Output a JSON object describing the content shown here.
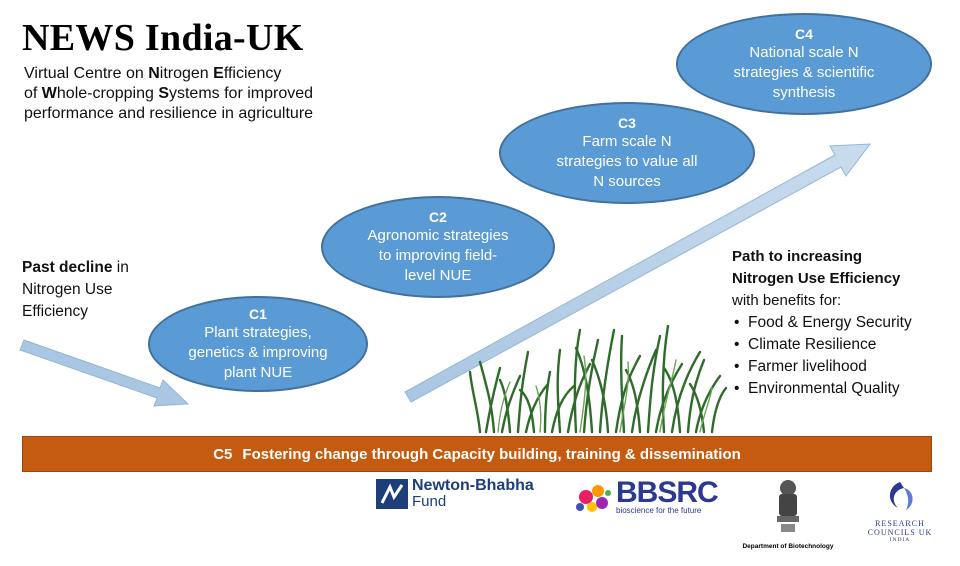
{
  "title": "NEWS India-UK",
  "subtitle": {
    "line1_pre": "Virtual Centre on ",
    "line1_n": "N",
    "line1_mid": "itrogen ",
    "line1_e": "E",
    "line1_post": "fficiency",
    "line2_pre": "of ",
    "line2_w": "W",
    "line2_mid": "hole-cropping ",
    "line2_s": "S",
    "line2_post": "ystems for improved",
    "line3": "performance and resilience in agriculture"
  },
  "past": {
    "bold": "Past decline",
    "rest1": " in",
    "rest2": "Nitrogen Use",
    "rest3": "Efficiency"
  },
  "components": [
    {
      "code": "C1",
      "lines": [
        "Plant strategies,",
        "genetics & improving",
        "plant NUE"
      ]
    },
    {
      "code": "C2",
      "lines": [
        "Agronomic strategies",
        "to improving field-",
        "level NUE"
      ]
    },
    {
      "code": "C3",
      "lines": [
        "Farm scale N",
        "strategies to value all",
        "N sources"
      ]
    },
    {
      "code": "C4",
      "lines": [
        "National scale N",
        "strategies & scientific",
        "synthesis"
      ]
    }
  ],
  "path": {
    "bold1": "Path to increasing",
    "bold2": "Nitrogen Use Efficiency",
    "rest": "with benefits for:"
  },
  "benefits": [
    "Food & Energy Security",
    "Climate Resilience",
    "Farmer livelihood",
    "Environmental Quality"
  ],
  "bar": {
    "code": "C5",
    "text": "Fostering change through Capacity building, training & dissemination"
  },
  "logos": {
    "newton": {
      "line1": "Newton-Bhabha",
      "line2": "Fund"
    },
    "bbsrc": {
      "name": "BBSRC",
      "tag": "bioscience for the future"
    },
    "dbt": {
      "caption": "Department of Biotechnology"
    },
    "rcuk": {
      "line1": "RESEARCH",
      "line2": "COUNCILS UK",
      "line3": "INDIA"
    }
  },
  "colors": {
    "ellipse_fill": "#5b9bd5",
    "ellipse_border": "#41719c",
    "arrow": "#a9c6e2",
    "bar": "#c55a11",
    "grass": "#2f6b2a"
  },
  "icons": [
    "decline-arrow-icon",
    "increase-arrow-icon",
    "grass-illustration",
    "newton-bhabha-logo",
    "bbsrc-logo",
    "dbt-emblem-logo",
    "rcuk-logo"
  ]
}
